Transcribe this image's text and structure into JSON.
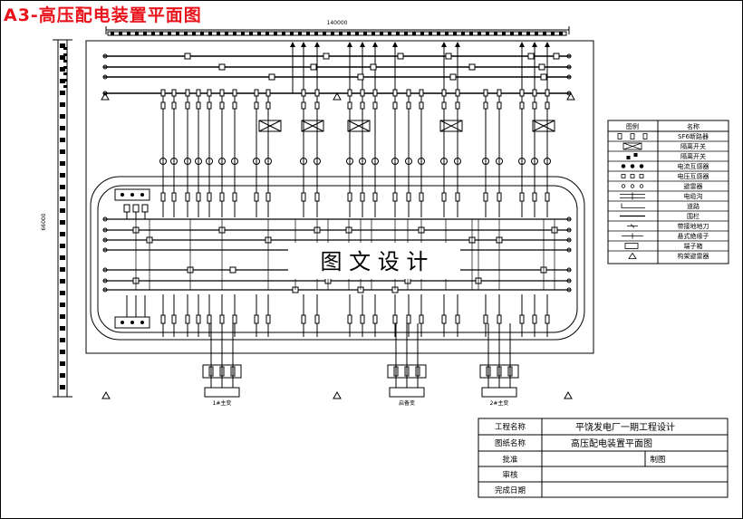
{
  "sheet": {
    "title": "A3-高压配电装置平面图",
    "title_color": "#e8131b"
  },
  "dimensions": {
    "width_label": "140000",
    "height_label": "66000"
  },
  "center_watermark": "图 文 设 计",
  "transformers": [
    {
      "label": "1#主变"
    },
    {
      "label": "启备变"
    },
    {
      "label": "2#主变"
    }
  ],
  "legend": {
    "col_symbol": "图例",
    "col_name": "名称",
    "items": [
      {
        "icon": "sf6-breaker-icon",
        "name": "SF6断路器"
      },
      {
        "icon": "isolator-icon",
        "name": "隔离开关"
      },
      {
        "icon": "grounding-isolator-icon",
        "name": "隔离开关"
      },
      {
        "icon": "current-transformer-icon",
        "name": "电流互感器"
      },
      {
        "icon": "voltage-transformer-icon",
        "name": "电压互感器"
      },
      {
        "icon": "arrester-icon",
        "name": "避雷器"
      },
      {
        "icon": "cable-trench-icon",
        "name": "电缆沟"
      },
      {
        "icon": "road-icon",
        "name": "道路"
      },
      {
        "icon": "fence-icon",
        "name": "围栏"
      },
      {
        "icon": "grounding-switch-icon",
        "name": "带接地地刀"
      },
      {
        "icon": "suspension-insulator-icon",
        "name": "悬式绝缘子"
      },
      {
        "icon": "terminal-box-icon",
        "name": "端子箱"
      },
      {
        "icon": "frame-arrester-icon",
        "name": "构架避雷器"
      }
    ]
  },
  "title_block": {
    "project_label": "工程名称",
    "project_value": "平饶发电厂一期工程设计",
    "drawing_label": "图纸名称",
    "drawing_value": "高压配电装置平面图",
    "approve_label": "批准",
    "draw_label": "制图",
    "review_label": "审核",
    "date_label": "完成日期"
  },
  "colors": {
    "line": "#000000",
    "background": "#ffffff"
  }
}
